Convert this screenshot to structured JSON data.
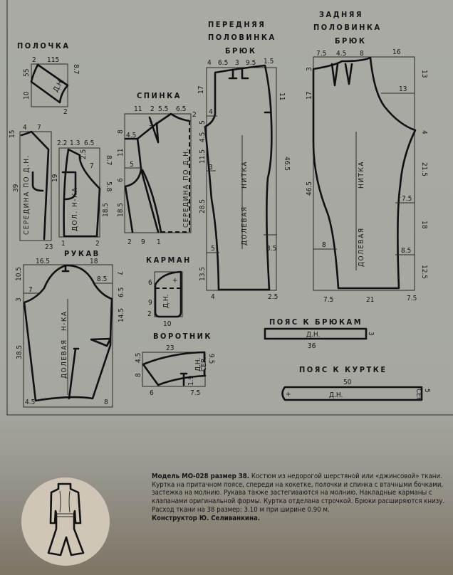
{
  "polochka": {
    "title": "ПОЛОЧКА",
    "yoke": [
      "2",
      "115",
      "55",
      "8.7",
      "10",
      "2",
      "Д.Н."
    ],
    "front": [
      "15",
      "4",
      "7",
      "39",
      "23",
      "СЕРЕДИНА ПО Д.Н.",
      "19"
    ],
    "side": [
      "2.2",
      "1.3",
      "6.5",
      "2.5",
      "8.7",
      "7",
      "5.8",
      "18.5",
      "1",
      "2",
      "ДОЛ. Н-КА"
    ]
  },
  "spinka": {
    "title": "СПИНКА",
    "dims": [
      "11",
      "2",
      "5.5",
      "6.5",
      "2",
      "8",
      "4.5",
      "11",
      "5",
      "6",
      "18.5",
      "2",
      "9",
      "1",
      "3",
      "СЕРЕДИНА ПО Д.Н.",
      "5",
      "4.5",
      "11.5",
      "28.5"
    ]
  },
  "front_pants": {
    "title": [
      "ПЕРЕДНЯЯ",
      "ПОЛОВИНКА",
      "БРЮК"
    ],
    "dims": [
      "4",
      "6.5",
      "3",
      "9.5",
      "1.5",
      "17",
      "11",
      "4",
      "3",
      "46.5",
      "5",
      "3.5",
      "13.5",
      "4",
      "2.5"
    ],
    "grain": [
      "ДОЛЕВАЯ",
      "НИТКА"
    ]
  },
  "back_pants": {
    "title": [
      "ЗАДНЯЯ",
      "ПОЛОВИНКА",
      "БРЮК"
    ],
    "dims": [
      "7.5",
      "4.5",
      "8",
      "16",
      "3",
      "13",
      "13",
      "17",
      "4",
      "21.5",
      "46.5",
      "7.5",
      "18",
      "8",
      "8.5",
      "12.5",
      "7.5",
      "21",
      "7.5"
    ],
    "grain": [
      "ДОЛЕВАЯ",
      "НИТКА"
    ]
  },
  "rukav": {
    "title": "РУКАВ",
    "dims": [
      "16.5",
      "18",
      "10.5",
      "7",
      "3",
      "8.5",
      "7",
      "6.5",
      "14.5",
      "38.5",
      "4.5",
      "8"
    ],
    "grain": [
      "ДОЛЕВАЯ",
      "Н-КА"
    ]
  },
  "karman": {
    "title": "КАРМАН",
    "dims": [
      "6",
      "9",
      "2",
      "10",
      "Д.Н.",
      "+"
    ]
  },
  "vorotnik": {
    "title": "ВОРОТНИК",
    "dims": [
      "23",
      "4.5",
      "8",
      "9.5",
      "6",
      "7.5",
      "1.9",
      "Д.Н.",
      "СЕР."
    ]
  },
  "belt_pants": {
    "title": "ПОЯС К БРЮКАМ",
    "dims": [
      "Д.Н.",
      "36",
      "3"
    ]
  },
  "belt_jacket": {
    "title": "ПОЯС К КУРТКЕ",
    "dims": [
      "50",
      "Д.Н.",
      "5",
      "СЕР",
      "+"
    ]
  },
  "description": {
    "lead": "Модель МО-028 размер 38.",
    "body": "Костюм из недорогой шерстяной или «джинсовой» ткани. Куртка на притачном поясе, спереди на кокетке, полочки и спинка с втачными бочками, застежка на молнию. Рукава также застегиваются на молнию. Накладные карманы с клапанами оригинальной формы. Куртка отделана строчкой. Брюки расширяются книзу.",
    "consumption": "Расход ткани на 38 размер: 3.10 м при ширине 0.90 м.",
    "designer": "Конструктор Ю. Селиванкина."
  }
}
